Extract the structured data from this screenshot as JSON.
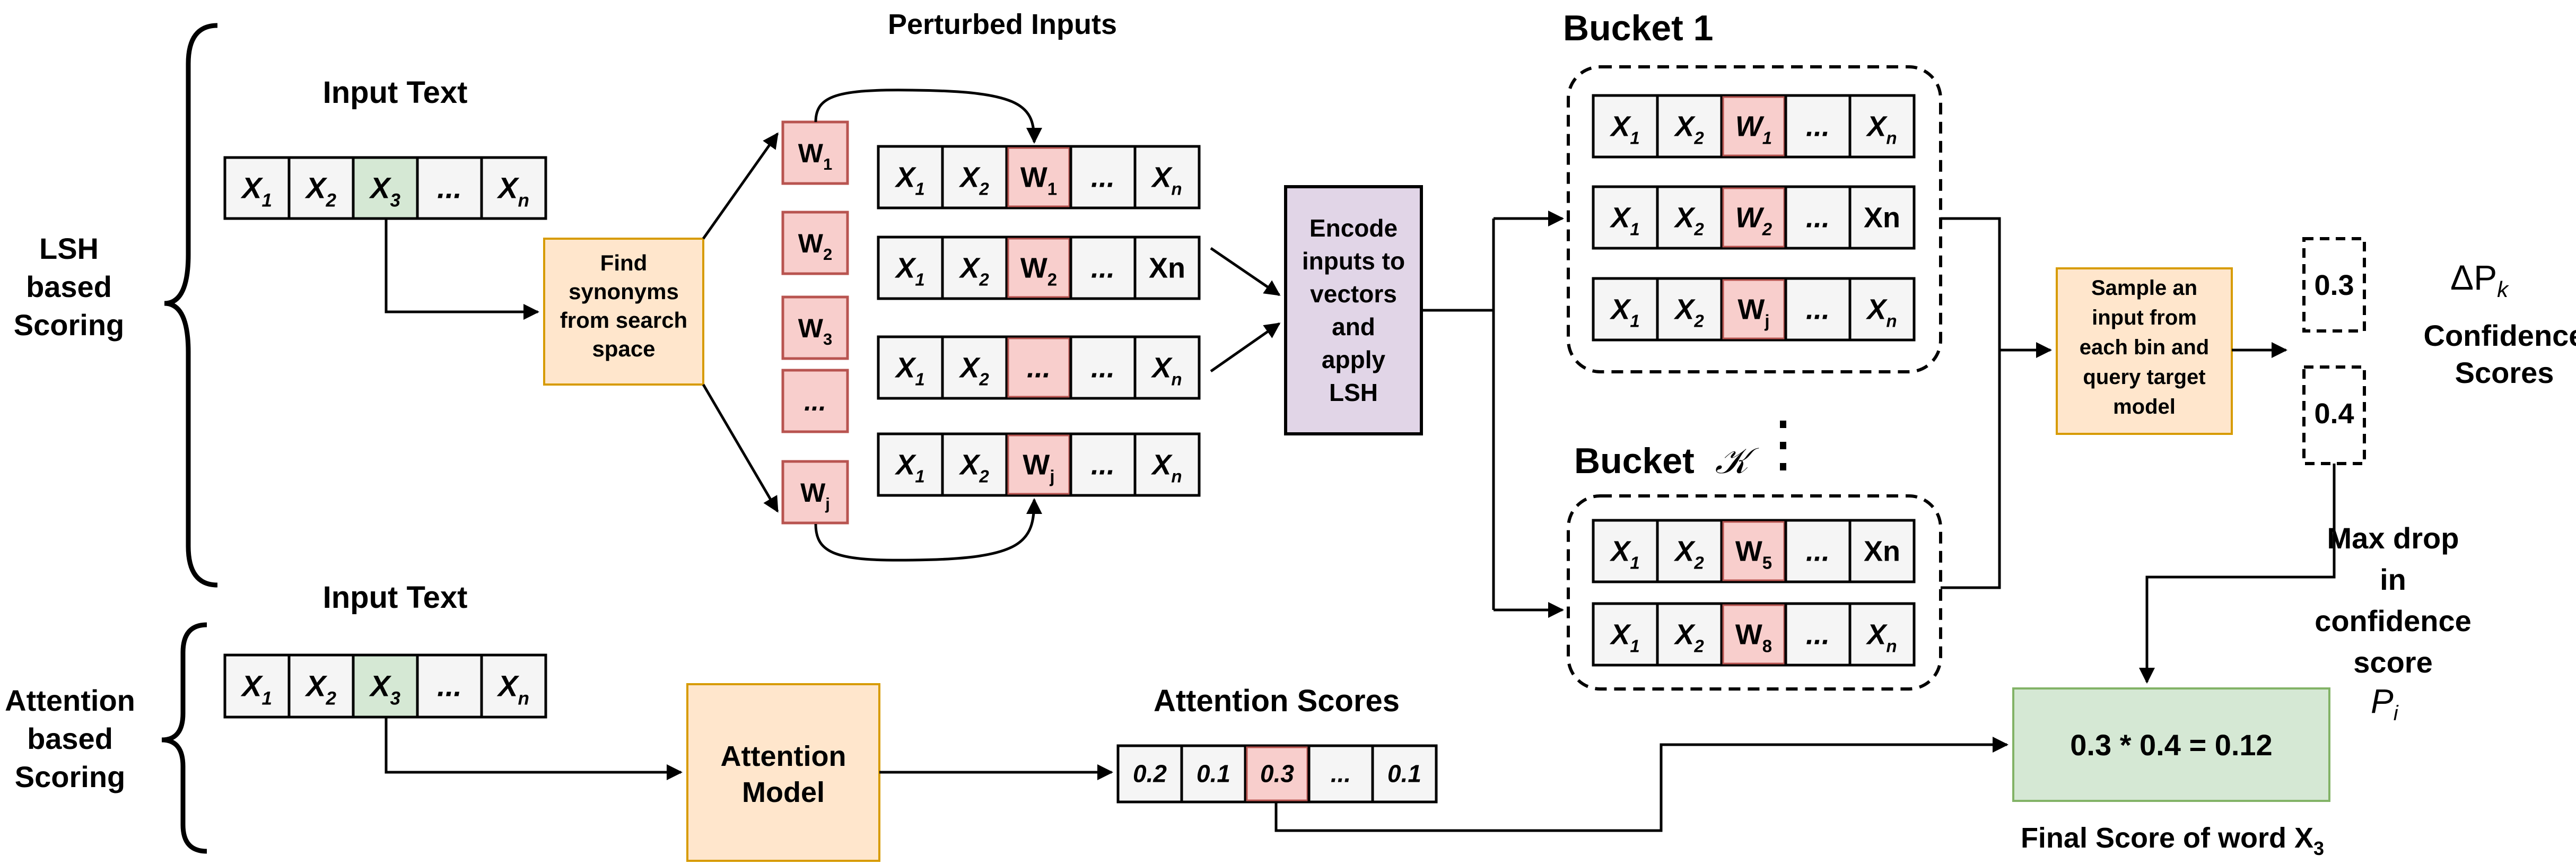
{
  "labels": {
    "lsh_scoring": [
      "LSH",
      "based",
      "Scoring"
    ],
    "attention_scoring": [
      "Attention",
      "based",
      "Scoring"
    ],
    "input_text_top": "Input Text",
    "input_text_bottom": "Input Text",
    "perturbed_inputs": "Perturbed Inputs",
    "bucket_1": "Bucket 1",
    "bucket_k_word": "Bucket",
    "bucket_k_symbol": "𝒦",
    "bucket_dots": "⋮",
    "attention_scores": "Attention Scores",
    "final_score": "Final Score of word X",
    "final_score_sub": "3",
    "delta_p": "ΔP",
    "delta_p_sub": "k",
    "confidence_scores": [
      "Confidence",
      "Scores"
    ],
    "max_drop": [
      "Max drop",
      "in",
      "confidence",
      "score"
    ],
    "p_i": "P",
    "p_i_sub": "i"
  },
  "boxes": {
    "find_synonyms": [
      "Find",
      "synonyms",
      "from search",
      "space"
    ],
    "encode": [
      "Encode",
      "inputs to",
      "vectors",
      "and",
      "apply",
      "LSH"
    ],
    "sample": [
      "Sample an",
      "input from",
      "each bin and",
      "query target",
      "model"
    ],
    "attention_model": [
      "Attention",
      "Model"
    ],
    "final_result": "0.3 * 0.4 = 0.12",
    "conf_1": "0.3",
    "conf_2": "0.4"
  },
  "synonym_list": [
    {
      "main": "W",
      "sub": "1"
    },
    {
      "main": "W",
      "sub": "2"
    },
    {
      "main": "W",
      "sub": "3"
    },
    {
      "main": "...",
      "sub": ""
    },
    {
      "main": "W",
      "sub": "j"
    }
  ],
  "input_row": [
    {
      "main": "X",
      "sub": "1",
      "italic": true,
      "hl": ""
    },
    {
      "main": "X",
      "sub": "2",
      "italic": true,
      "hl": ""
    },
    {
      "main": "X",
      "sub": "3",
      "italic": true,
      "hl": "green"
    },
    {
      "main": "...",
      "sub": "",
      "italic": true,
      "hl": ""
    },
    {
      "main": "X",
      "sub": "n",
      "italic": true,
      "hl": ""
    }
  ],
  "perturbed_rows": [
    [
      {
        "main": "X",
        "sub": "1",
        "italic": true,
        "hl": ""
      },
      {
        "main": "X",
        "sub": "2",
        "italic": true,
        "hl": ""
      },
      {
        "main": "W",
        "sub": "1",
        "italic": false,
        "hl": "red"
      },
      {
        "main": "...",
        "sub": "",
        "italic": true,
        "hl": ""
      },
      {
        "main": "X",
        "sub": "n",
        "italic": true,
        "hl": ""
      }
    ],
    [
      {
        "main": "X",
        "sub": "1",
        "italic": true,
        "hl": ""
      },
      {
        "main": "X",
        "sub": "2",
        "italic": true,
        "hl": ""
      },
      {
        "main": "W",
        "sub": "2",
        "italic": false,
        "hl": "red"
      },
      {
        "main": "...",
        "sub": "",
        "italic": true,
        "hl": ""
      },
      {
        "main": "Xn",
        "sub": "",
        "italic": false,
        "hl": ""
      }
    ],
    [
      {
        "main": "X",
        "sub": "1",
        "italic": true,
        "hl": ""
      },
      {
        "main": "X",
        "sub": "2",
        "italic": true,
        "hl": ""
      },
      {
        "main": "...",
        "sub": "",
        "italic": true,
        "hl": "red"
      },
      {
        "main": "...",
        "sub": "",
        "italic": true,
        "hl": ""
      },
      {
        "main": "X",
        "sub": "n",
        "italic": true,
        "hl": ""
      }
    ],
    [
      {
        "main": "X",
        "sub": "1",
        "italic": true,
        "hl": ""
      },
      {
        "main": "X",
        "sub": "2",
        "italic": true,
        "hl": ""
      },
      {
        "main": "W",
        "sub": "j",
        "italic": false,
        "hl": "red"
      },
      {
        "main": "...",
        "sub": "",
        "italic": true,
        "hl": ""
      },
      {
        "main": "X",
        "sub": "n",
        "italic": true,
        "hl": ""
      }
    ]
  ],
  "bucket1_rows": [
    [
      {
        "main": "X",
        "sub": "1",
        "italic": true,
        "hl": ""
      },
      {
        "main": "X",
        "sub": "2",
        "italic": true,
        "hl": ""
      },
      {
        "main": "W",
        "sub": "1",
        "italic": true,
        "hl": "red"
      },
      {
        "main": "...",
        "sub": "",
        "italic": true,
        "hl": ""
      },
      {
        "main": "X",
        "sub": "n",
        "italic": true,
        "hl": ""
      }
    ],
    [
      {
        "main": "X",
        "sub": "1",
        "italic": true,
        "hl": ""
      },
      {
        "main": "X",
        "sub": "2",
        "italic": true,
        "hl": ""
      },
      {
        "main": "W",
        "sub": "2",
        "italic": true,
        "hl": "red"
      },
      {
        "main": "...",
        "sub": "",
        "italic": true,
        "hl": ""
      },
      {
        "main": "Xn",
        "sub": "",
        "italic": false,
        "hl": ""
      }
    ],
    [
      {
        "main": "X",
        "sub": "1",
        "italic": true,
        "hl": ""
      },
      {
        "main": "X",
        "sub": "2",
        "italic": true,
        "hl": ""
      },
      {
        "main": "W",
        "sub": "j",
        "italic": false,
        "hl": "red"
      },
      {
        "main": "...",
        "sub": "",
        "italic": true,
        "hl": ""
      },
      {
        "main": "X",
        "sub": "n",
        "italic": true,
        "hl": ""
      }
    ]
  ],
  "bucketk_rows": [
    [
      {
        "main": "X",
        "sub": "1",
        "italic": true,
        "hl": ""
      },
      {
        "main": "X",
        "sub": "2",
        "italic": true,
        "hl": ""
      },
      {
        "main": "W",
        "sub": "5",
        "italic": false,
        "hl": "red"
      },
      {
        "main": "...",
        "sub": "",
        "italic": true,
        "hl": ""
      },
      {
        "main": "Xn",
        "sub": "",
        "italic": false,
        "hl": ""
      }
    ],
    [
      {
        "main": "X",
        "sub": "1",
        "italic": true,
        "hl": ""
      },
      {
        "main": "X",
        "sub": "2",
        "italic": true,
        "hl": ""
      },
      {
        "main": "W",
        "sub": "8",
        "italic": false,
        "hl": "red"
      },
      {
        "main": "...",
        "sub": "",
        "italic": true,
        "hl": ""
      },
      {
        "main": "X",
        "sub": "n",
        "italic": true,
        "hl": ""
      }
    ]
  ],
  "attention_row": [
    {
      "main": "0.2",
      "sub": "",
      "italic": true,
      "hl": ""
    },
    {
      "main": "0.1",
      "sub": "",
      "italic": true,
      "hl": ""
    },
    {
      "main": "0.3",
      "sub": "",
      "italic": true,
      "hl": "red"
    },
    {
      "main": "...",
      "sub": "",
      "italic": true,
      "hl": ""
    },
    {
      "main": "0.1",
      "sub": "",
      "italic": true,
      "hl": ""
    }
  ],
  "colors": {
    "cell_fill": "#f5f5f5",
    "green_fill": "#d5e8d4",
    "red_fill": "#f8cecc",
    "red_stroke": "#b85450",
    "orange_fill": "#ffe6cc",
    "orange_stroke": "#d79b00",
    "purple_fill": "#e1d5e7",
    "green_box_stroke": "#82b366"
  }
}
